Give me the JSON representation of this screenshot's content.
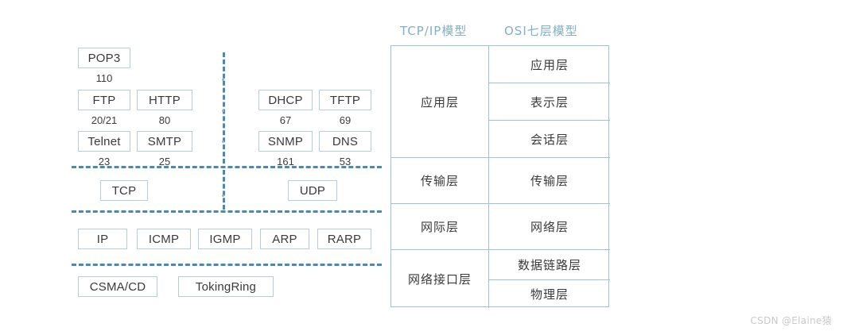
{
  "background": "#ffffff",
  "accent_dash_color": "#3b7fb0",
  "box_border_color": "#b9cdd8",
  "table_border_color": "#9dc3d8",
  "header_color": "#7fb0cc",
  "protocol_groups": {
    "application_left": [
      {
        "name": "POP3",
        "port": "110"
      },
      {
        "name": "FTP",
        "port": "20/21"
      },
      {
        "name": "HTTP",
        "port": "80"
      },
      {
        "name": "Telnet",
        "port": "23"
      },
      {
        "name": "SMTP",
        "port": "25"
      }
    ],
    "application_right": [
      {
        "name": "DHCP",
        "port": "67"
      },
      {
        "name": "TFTP",
        "port": "69"
      },
      {
        "name": "SNMP",
        "port": "161"
      },
      {
        "name": "DNS",
        "port": "53"
      }
    ],
    "transport": [
      {
        "name": "TCP"
      },
      {
        "name": "UDP"
      }
    ],
    "internet": [
      {
        "name": "IP"
      },
      {
        "name": "ICMP"
      },
      {
        "name": "IGMP"
      },
      {
        "name": "ARP"
      },
      {
        "name": "RARP"
      }
    ],
    "network_interface": [
      {
        "name": "CSMA/CD"
      },
      {
        "name": "TokingRing"
      }
    ]
  },
  "table": {
    "headers": {
      "tcpip": "TCP/IP模型",
      "osi": "OSI七层模型"
    },
    "tcpip_layers": [
      "应用层",
      "传输层",
      "网际层",
      "网络接口层"
    ],
    "osi_layers": [
      "应用层",
      "表示层",
      "会话层",
      "传输层",
      "网络层",
      "数据链路层",
      "物理层"
    ]
  },
  "watermark": "CSDN @Elaine猿"
}
